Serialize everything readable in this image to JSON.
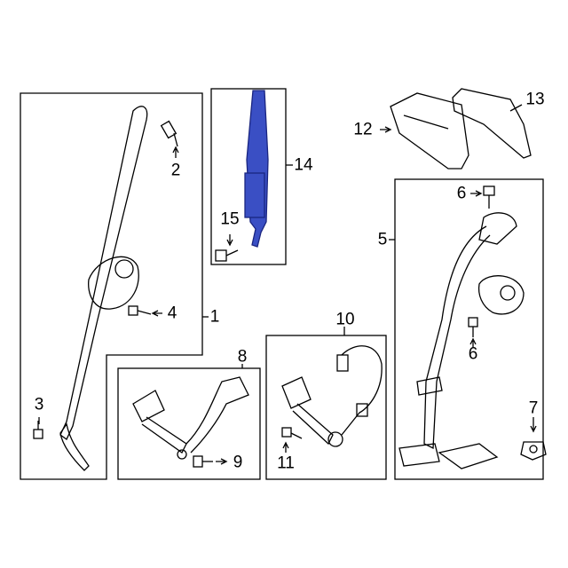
{
  "diagram": {
    "highlight_color": "#3a4fc4",
    "callouts": [
      {
        "id": "1",
        "text": "1"
      },
      {
        "id": "2",
        "text": "2"
      },
      {
        "id": "3",
        "text": "3"
      },
      {
        "id": "4",
        "text": "4"
      },
      {
        "id": "5",
        "text": "5"
      },
      {
        "id": "6a",
        "text": "6"
      },
      {
        "id": "6b",
        "text": "6"
      },
      {
        "id": "7",
        "text": "7"
      },
      {
        "id": "8",
        "text": "8"
      },
      {
        "id": "9",
        "text": "9"
      },
      {
        "id": "10",
        "text": "10"
      },
      {
        "id": "11",
        "text": "11"
      },
      {
        "id": "12",
        "text": "12"
      },
      {
        "id": "13",
        "text": "13"
      },
      {
        "id": "14",
        "text": "14"
      },
      {
        "id": "15",
        "text": "15"
      }
    ]
  }
}
